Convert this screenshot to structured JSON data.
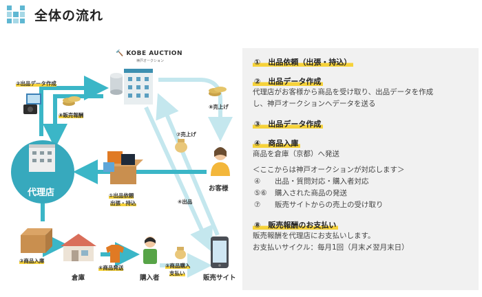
{
  "header": {
    "title": "全体の流れ",
    "grid_colors": [
      "#5fb7d2",
      "#ffffff",
      "#5fb7d2",
      "#a6d8e6",
      "#5fb7d2",
      "#a6d8e6",
      "#5fb7d2",
      "#a6d8e6",
      "#5fb7d2"
    ]
  },
  "diagram": {
    "logo_text": "KOBE AUCTION",
    "logo_subtext": "神戸オークション",
    "agency_label": "代理店",
    "customer_label": "お客様",
    "warehouse_label": "倉庫",
    "buyer_label": "購入者",
    "site_label": "販売サイト",
    "step_labels": {
      "s2": "②出品データ作成",
      "s8a": "⑧販売報酬",
      "s8b": "⑧売上げ",
      "s7": "⑦売上げ",
      "s1a": "①出品依頼",
      "s1b": "出張・持込",
      "s4": "④出品",
      "s3": "③商品入庫",
      "s6": "⑥商品発送",
      "s5a": "⑤商品購入",
      "s5b": "支払い"
    },
    "colors": {
      "arrow_dark": "#3bb6c7",
      "arrow_light": "#c4e7ee",
      "circle": "#37a9bd",
      "highlight": "#f6d23a"
    }
  },
  "panel": {
    "step1": "①　出品依頼（出張・持込）",
    "step2": "②　出品データ作成",
    "step2_desc_1": "代理店がお客様から商品を受け取り、出品データを作成",
    "step2_desc_2": "し、神戸オークションへデータを送る",
    "step3": "③　出品データ作成",
    "step4": "④　商品入庫",
    "step4_desc": "商品を倉庫（京都）へ発送",
    "note": "＜ここからは神戸オークションが対応します＞",
    "items": [
      {
        "num": "④",
        "text": "出品・質問対応・購入者対応"
      },
      {
        "num": "⑤⑥",
        "text": "購入された商品の発送"
      },
      {
        "num": "⑦",
        "text": "販売サイトからの売上の受け取り"
      }
    ],
    "step8": "⑧　販売報酬のお支払い",
    "step8_desc_1": "販売報酬を代理店にお支払いします。",
    "step8_desc_2": "お支払いサイクル：毎月1回（月末〆翌月末日）"
  }
}
